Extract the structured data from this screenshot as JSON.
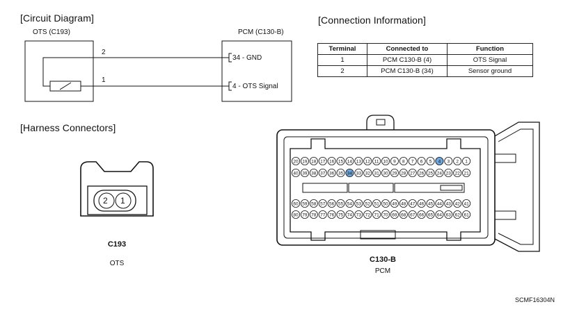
{
  "circuit_diagram": {
    "title": "[Circuit Diagram]",
    "sensor_label": "OTS (C193)",
    "pcm_label": "PCM (C130-B)",
    "wire_top_num": "2",
    "wire_bottom_num": "1",
    "pcm_pin_top": "34 - GND",
    "pcm_pin_bottom": "4 - OTS Signal"
  },
  "connection_info": {
    "title": "[Connection Information]",
    "headers": [
      "Terminal",
      "Connected to",
      "Function"
    ],
    "rows": [
      [
        "1",
        "PCM C130-B (4)",
        "OTS Signal"
      ],
      [
        "2",
        "PCM C130-B (34)",
        "Sensor ground"
      ]
    ]
  },
  "harness": {
    "title": "[Harness Connectors]",
    "c193": {
      "pin_left": "2",
      "pin_right": "1",
      "code": "C193",
      "name": "OTS"
    },
    "c130b": {
      "code": "C130-B",
      "name": "PCM",
      "row1_pins": [
        "20",
        "19",
        "18",
        "17",
        "16",
        "15",
        "14",
        "13",
        "12",
        "11",
        "10",
        "9",
        "8",
        "7",
        "6",
        "5",
        "4",
        "3",
        "2",
        "1"
      ],
      "row2_pins": [
        "40",
        "39",
        "38",
        "37",
        "36",
        "35",
        "34",
        "33",
        "32",
        "31",
        "30",
        "29",
        "28",
        "27",
        "26",
        "25",
        "24",
        "23",
        "22",
        "21"
      ],
      "row3_pins": [
        "60",
        "59",
        "58",
        "57",
        "56",
        "55",
        "54",
        "53",
        "52",
        "51",
        "50",
        "49",
        "48",
        "47",
        "46",
        "45",
        "44",
        "43",
        "42",
        "41"
      ],
      "row4_pins": [
        "80",
        "79",
        "78",
        "77",
        "76",
        "75",
        "74",
        "73",
        "72",
        "71",
        "70",
        "69",
        "68",
        "67",
        "66",
        "65",
        "64",
        "63",
        "62",
        "61"
      ],
      "highlighted_pins": [
        "4",
        "34"
      ],
      "highlight_color": "#6fa8dc"
    }
  },
  "doc_id": "SCMF16304N"
}
